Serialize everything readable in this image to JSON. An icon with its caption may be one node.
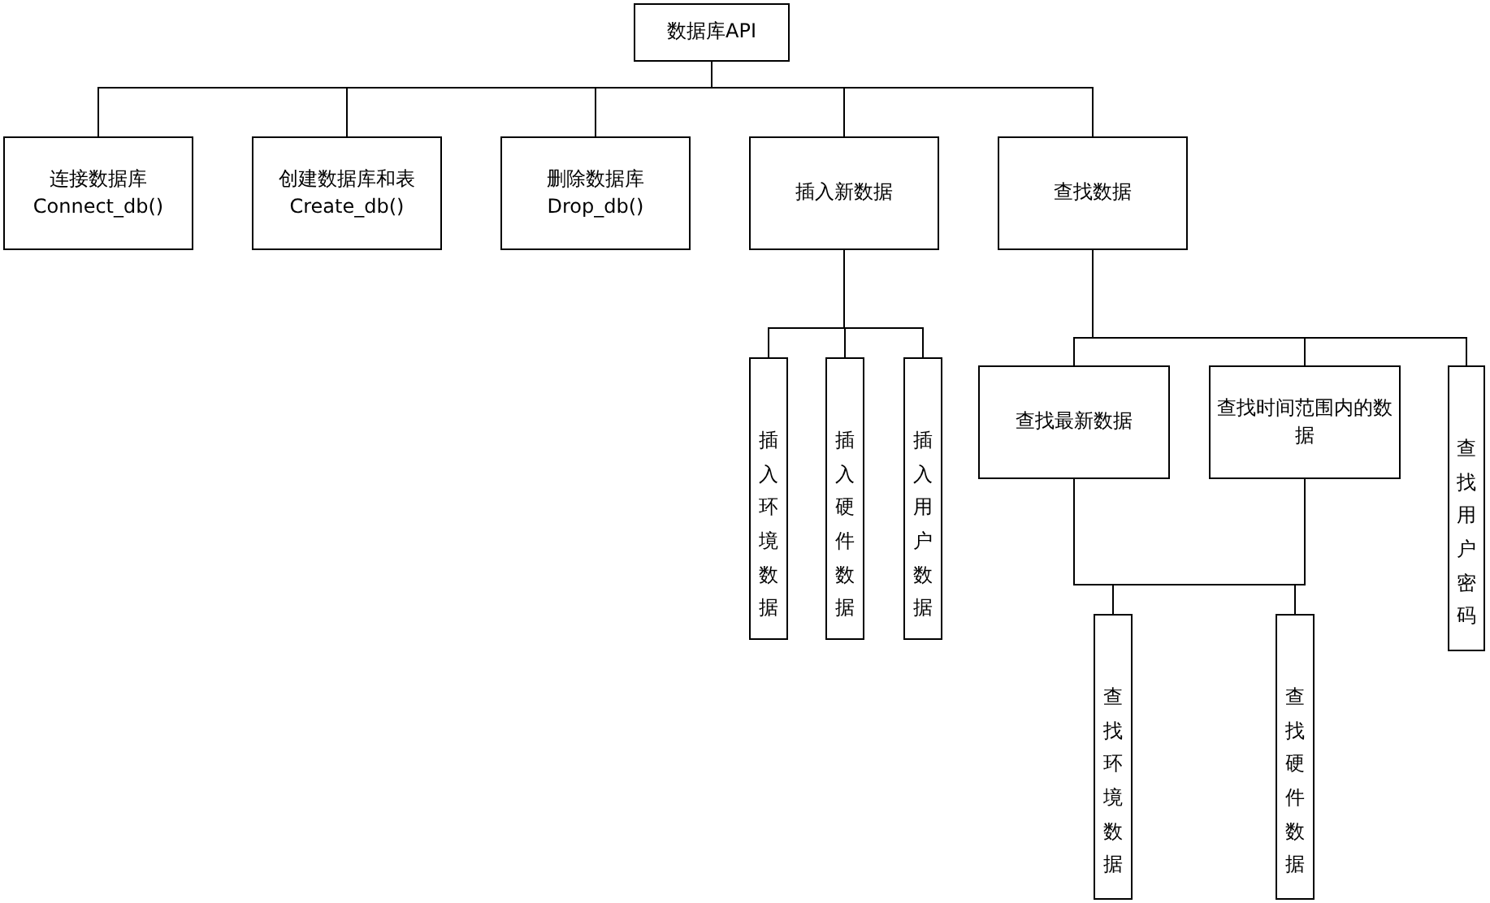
{
  "diagram": {
    "nodes": [
      {
        "text": [
          "数据库API"
        ]
      },
      {
        "text": [
          "连接数据库",
          "Connect_db()"
        ]
      },
      {
        "text": [
          "创建数据库和表",
          "Create_db()"
        ]
      },
      {
        "text": [
          "删除数据库",
          "Drop_db()"
        ]
      },
      {
        "text": [
          "插入新数据"
        ]
      },
      {
        "text": [
          "查找数据"
        ]
      },
      {
        "text": [
          "插入环境数据"
        ]
      },
      {
        "text": [
          "插入硬件数据"
        ]
      },
      {
        "text": [
          "插入用户数据"
        ]
      },
      {
        "text": [
          "查找最新数据"
        ]
      },
      {
        "text": [
          "查找时间范围内的数据"
        ]
      },
      {
        "text": [
          "查找用户密码"
        ]
      },
      {
        "text": [
          "查找环境数据"
        ]
      },
      {
        "text": [
          "查找硬件数据"
        ]
      }
    ],
    "edges": [
      {
        "from": 0,
        "to": 1,
        "arrow": "none"
      },
      {
        "from": 0,
        "to": 2,
        "arrow": "none"
      },
      {
        "from": 0,
        "to": 3,
        "arrow": "none"
      },
      {
        "from": 0,
        "to": 4,
        "arrow": "none"
      },
      {
        "from": 0,
        "to": 5,
        "arrow": "none"
      },
      {
        "from": 4,
        "to": 6,
        "arrow": "none"
      },
      {
        "from": 4,
        "to": 7,
        "arrow": "none"
      },
      {
        "from": 4,
        "to": 8,
        "arrow": "none"
      },
      {
        "from": 5,
        "to": 9,
        "arrow": "none"
      },
      {
        "from": 5,
        "to": 10,
        "arrow": "none"
      },
      {
        "from": 5,
        "to": 11,
        "arrow": "none"
      },
      {
        "from": 9,
        "to": 12,
        "arrow": "none"
      },
      {
        "from": 9,
        "to": 13,
        "arrow": "none"
      },
      {
        "from": 10,
        "to": 12,
        "arrow": "none"
      },
      {
        "from": 10,
        "to": 13,
        "arrow": "none"
      }
    ]
  }
}
